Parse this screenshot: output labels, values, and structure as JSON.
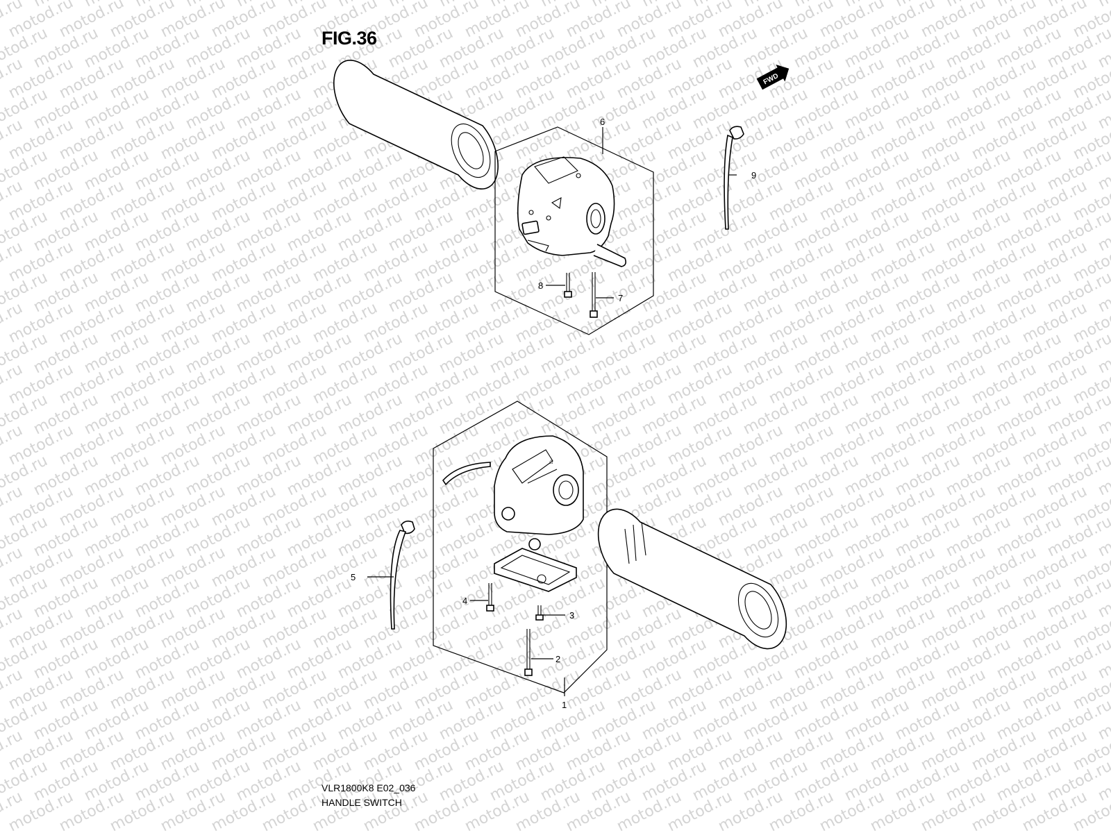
{
  "figure": {
    "title": "FIG.36",
    "model_code": "VLR1800K8 E02_036",
    "assembly_name": "HANDLE SWITCH",
    "direction_label": "FWD",
    "watermark_text": "motod.ru"
  },
  "callouts": [
    {
      "id": "1",
      "label": "1"
    },
    {
      "id": "2",
      "label": "2"
    },
    {
      "id": "3",
      "label": "3"
    },
    {
      "id": "4",
      "label": "4"
    },
    {
      "id": "5",
      "label": "5"
    },
    {
      "id": "6",
      "label": "6"
    },
    {
      "id": "7",
      "label": "7"
    },
    {
      "id": "8",
      "label": "8"
    },
    {
      "id": "9",
      "label": "9"
    }
  ],
  "colors": {
    "line": "#000000",
    "watermark": "#d4d4d4",
    "background": "#ffffff"
  }
}
